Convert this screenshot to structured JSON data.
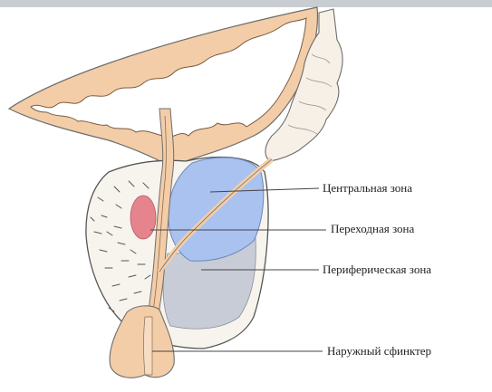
{
  "labels": {
    "central": "Центральная зона",
    "transition": "Переходная зона",
    "peripheral": "Периферическая зона",
    "sphincter": "Наружный сфинктер"
  },
  "colors": {
    "tissue": "#f3cda8",
    "central_zone": "#a9c2ef",
    "transition_zone": "#e6848d",
    "peripheral_zone": "#c7ccd6",
    "outline": "#6d6d6d",
    "seminal": "#f6f0e6"
  }
}
